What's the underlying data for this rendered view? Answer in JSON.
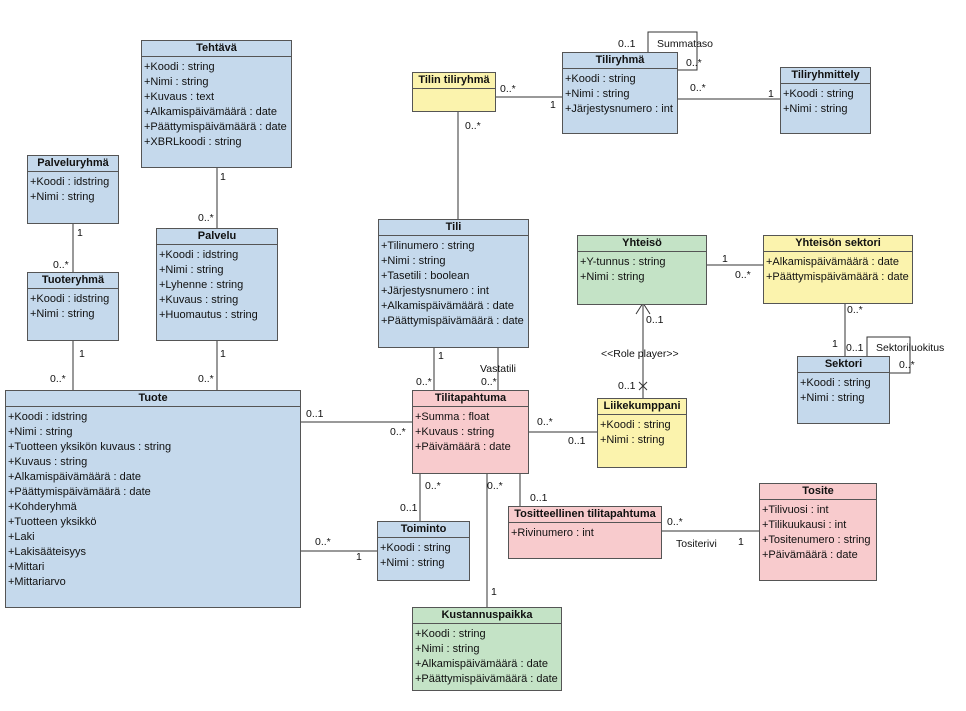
{
  "classes": {
    "tehtava": {
      "name": "Tehtävä",
      "attrs": [
        "+Koodi : string",
        "+Nimi : string",
        "+Kuvaus : text",
        "+Alkamispäivämäärä : date",
        "+Päättymispäivämäärä : date",
        "+XBRLkoodi : string"
      ]
    },
    "palveluryhma": {
      "name": "Palveluryhmä",
      "attrs": [
        "+Koodi : idstring",
        "+Nimi : string"
      ]
    },
    "tuoteryhma": {
      "name": "Tuoteryhmä",
      "attrs": [
        "+Koodi : idstring",
        "+Nimi : string"
      ]
    },
    "palvelu": {
      "name": "Palvelu",
      "attrs": [
        "+Koodi : idstring",
        "+Nimi : string",
        "+Lyhenne : string",
        "+Kuvaus : string",
        "+Huomautus : string"
      ]
    },
    "tuote": {
      "name": "Tuote",
      "attrs": [
        "+Koodi : idstring",
        "+Nimi : string",
        "+Tuotteen yksikön kuvaus : string",
        "+Kuvaus : string",
        "+Alkamispäivämäärä : date",
        "+Päättymispäivämäärä : date",
        "+Kohderyhmä",
        "+Tuotteen yksikkö",
        "+Laki",
        "+Lakisääteisyys",
        "+Mittari",
        "+Mittariarvo"
      ]
    },
    "tilin_tiliryhma": {
      "name": "Tilin tiliryhmä",
      "attrs": []
    },
    "tiliryhma": {
      "name": "Tiliryhmä",
      "attrs": [
        "+Koodi : string",
        "+Nimi : string",
        "+Järjestysnumero : int"
      ]
    },
    "tiliryhmittely": {
      "name": "Tiliryhmittely",
      "attrs": [
        "+Koodi : string",
        "+Nimi : string"
      ]
    },
    "tili": {
      "name": "Tili",
      "attrs": [
        "+Tilinumero : string",
        "+Nimi : string",
        "+Tasetili : boolean",
        "+Järjestysnumero : int",
        "+Alkamispäivämäärä : date",
        "+Päättymispäivämäärä : date"
      ]
    },
    "yhteiso": {
      "name": "Yhteisö",
      "attrs": [
        "+Y-tunnus : string",
        "+Nimi : string"
      ]
    },
    "yhteison_sektori": {
      "name": "Yhteisön sektori",
      "attrs": [
        "+Alkamispäivämäärä : date",
        "+Päättymispäivämäärä : date"
      ]
    },
    "sektori": {
      "name": "Sektori",
      "attrs": [
        "+Koodi : string",
        "+Nimi : string"
      ]
    },
    "tilitapahtuma": {
      "name": "Tilitapahtuma",
      "attrs": [
        "+Summa : float",
        "+Kuvaus : string",
        "+Päivämäärä : date"
      ]
    },
    "liikekumppani": {
      "name": "Liikekumppani",
      "attrs": [
        "+Koodi : string",
        "+Nimi : string"
      ]
    },
    "toiminto": {
      "name": "Toiminto",
      "attrs": [
        "+Koodi : string",
        "+Nimi : string"
      ]
    },
    "tositteellinen": {
      "name": "Tositteellinen tilitapahtuma",
      "attrs": [
        "+Rivinumero : int"
      ]
    },
    "tosite": {
      "name": "Tosite",
      "attrs": [
        "+Tilivuosi : int",
        "+Tilikuukausi : int",
        "+Tositenumero : string",
        "+Päivämäärä : date"
      ]
    },
    "kustannuspaikka": {
      "name": "Kustannuspaikka",
      "attrs": [
        "+Koodi : string",
        "+Nimi : string",
        "+Alkamispäivämäärä : date",
        "+Päättymispäivämäärä : date"
      ]
    }
  },
  "labels": {
    "tehtava_palvelu_top": "1",
    "tehtava_palvelu_bottom": "0..*",
    "palveluryhma_tuoteryhma_top": "1",
    "palveluryhma_tuoteryhma_bottom": "0..*",
    "tuoteryhma_tuote_top": "1",
    "tuoteryhma_tuote_bottom": "0..*",
    "palvelu_tuote_top": "1",
    "palvelu_tuote_bottom": "0..*",
    "tuote_tilitapahtuma_left": "0..1",
    "tuote_tilitapahtuma_right": "0..*",
    "tuote_toiminto_left": "0..*",
    "tuote_toiminto_right": "1",
    "tilintiliryhma_tiliryhma_left": "0..*",
    "tilintiliryhma_tiliryhma_right": "1",
    "tilintiliryhma_tili": "0..*",
    "summataso": "Summataso",
    "summataso_top": "0..1",
    "summataso_right": "0..*",
    "tiliryhma_tiliryhmittely_left": "0..*",
    "tiliryhma_tiliryhmittely_right": "1",
    "tili_tilitapahtuma_top": "1",
    "tili_tilitapahtuma_bottom": "0..*",
    "vastatili": "Vastatili",
    "vastatili_bottom": "0..*",
    "yhteiso_sektori_left": "1",
    "yhteiso_sektori_right": "0..*",
    "yhteisonsektori_sektori_top": "0..*",
    "yhteisonsektori_sektori_bottom": "1",
    "sektoriluokitus": "Sektoriluokitus",
    "sektoriluokitus_left": "0..1",
    "sektoriluokitus_right": "0..*",
    "role_player": "<<Role player>>",
    "role_top": "0..1",
    "role_bottom": "0..1",
    "tilitapahtuma_liikekumppani_left": "0..*",
    "tilitapahtuma_liikekumppani_right": "0..1",
    "tilitapahtuma_toiminto_top": "0..*",
    "tilitapahtuma_toiminto_bottom": "0..1",
    "tilitapahtuma_kustannus_top": "0..*",
    "tilitapahtuma_kustannus_bottom": "1",
    "tilitapahtuma_tositteellinen": "0..1",
    "tositteellinen_tosite_left": "0..*",
    "tositterivi": "Tositerivi",
    "tositteellinen_tosite_right": "1"
  }
}
